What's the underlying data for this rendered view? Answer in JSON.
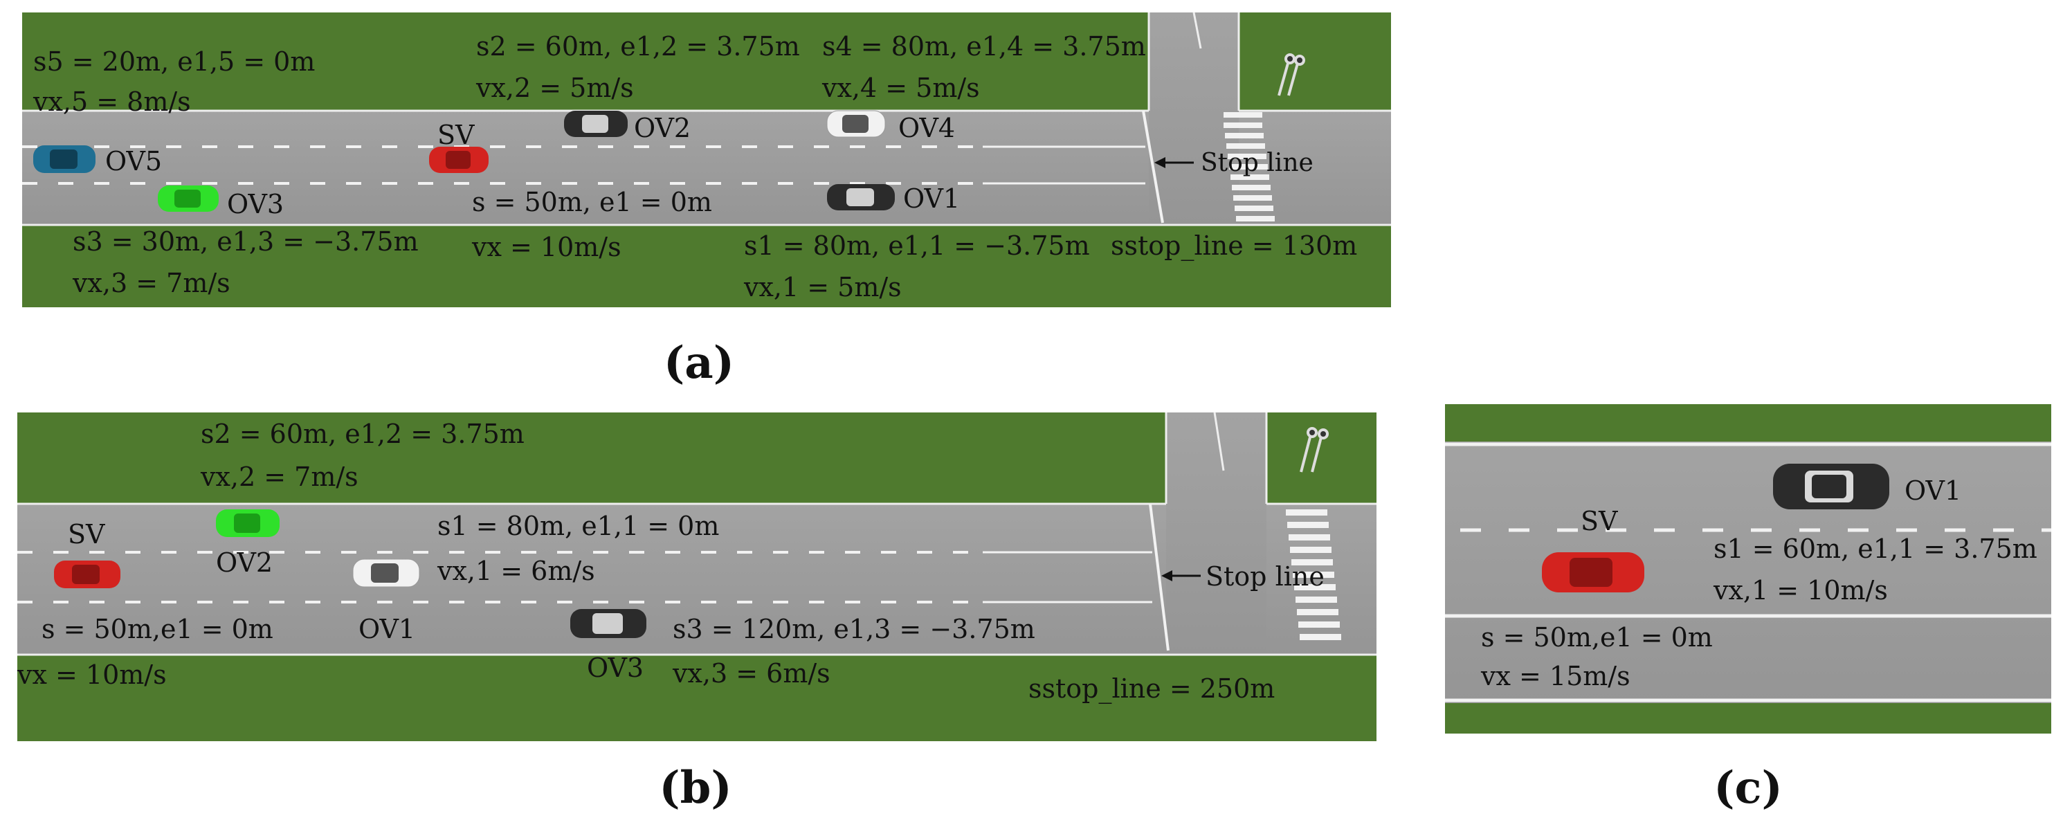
{
  "panels": {
    "a": {
      "caption": "(a)",
      "labels": {
        "sv": "SV",
        "ov1": "OV1",
        "ov2": "OV2",
        "ov3": "OV3",
        "ov4": "OV4",
        "ov5": "OV5",
        "stop_line": "Stop line",
        "ov5_pos": "s5 = 20m, e1,5 = 0m",
        "ov5_vel": "vx,5 = 8m/s",
        "ov2_pos": "s2 = 60m, e1,2 = 3.75m",
        "ov2_vel": "vx,2 = 5m/s",
        "ov4_pos": "s4 = 80m, e1,4 = 3.75m",
        "ov4_vel": "vx,4 = 5m/s",
        "sv_pos": "s = 50m, e1 = 0m",
        "sv_vel": "vx = 10m/s",
        "ov3_pos": "s3 = 30m, e1,3 = −3.75m",
        "ov3_vel": "vx,3 = 7m/s",
        "ov1_pos": "s1 = 80m, e1,1 = −3.75m",
        "ov1_vel": "vx,1 = 5m/s",
        "stop_dist": "sstop_line = 130m"
      }
    },
    "b": {
      "caption": "(b)",
      "labels": {
        "sv": "SV",
        "ov1": "OV1",
        "ov2": "OV2",
        "ov3": "OV3",
        "stop_line": "Stop line",
        "ov2_pos": "s2 = 60m, e1,2 = 3.75m",
        "ov2_vel": "vx,2 = 7m/s",
        "ov1_pos": "s1 = 80m, e1,1 = 0m",
        "ov1_vel": "vx,1 = 6m/s",
        "sv_pos": "s = 50m,e1 = 0m",
        "sv_vel": "vx = 10m/s",
        "ov3_pos": "s3 = 120m, e1,3 = −3.75m",
        "ov3_vel": "vx,3 = 6m/s",
        "stop_dist": "sstop_line = 250m"
      }
    },
    "c": {
      "caption": "(c)",
      "labels": {
        "sv": "SV",
        "ov1": "OV1",
        "ov1_pos": "s1 = 60m, e1,1 = 3.75m",
        "ov1_vel": "vx,1 = 10m/s",
        "sv_pos": "s = 50m,e1 = 0m",
        "sv_vel": "vx = 15m/s"
      }
    }
  },
  "colors": {
    "grass": "#4f7a2e",
    "road": "#9b9b9b",
    "sv_car": "#d3231f",
    "ov_blue": "#1f6f93",
    "ov_green": "#2fe02a",
    "ov_black": "#2b2b2b",
    "ov_white": "#f2f2f2"
  }
}
